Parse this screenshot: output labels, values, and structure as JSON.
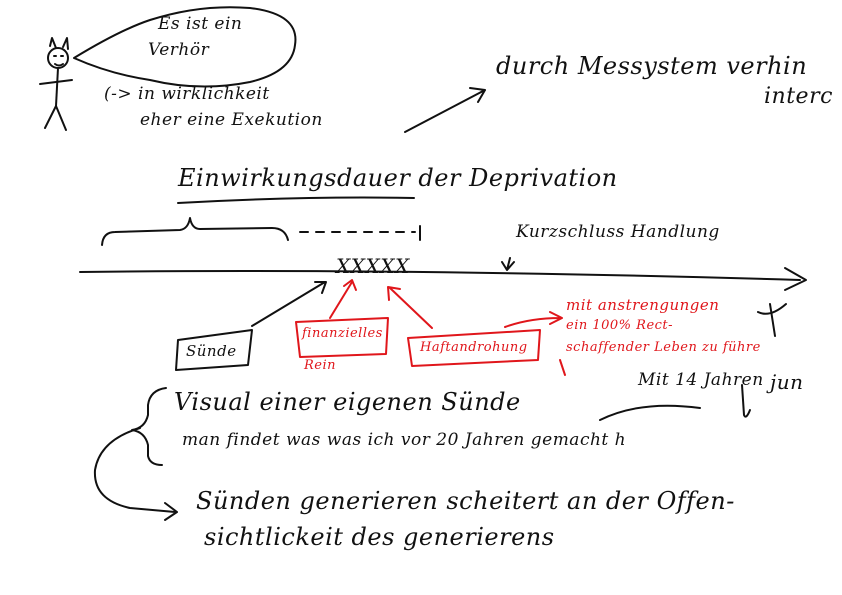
{
  "bubble": {
    "line1": "Es ist ein",
    "line2": "Verhör"
  },
  "bubble_note": {
    "line1": "(-> in wirklichkeit",
    "line2": "eher eine Exekution"
  },
  "top_right": {
    "line1": "durch Messystem verhin",
    "line2": "interc"
  },
  "title": "Einwirkungsdauer der Deprivation",
  "timeline": {
    "marks": "XXXXX",
    "label": "Kurzschluss Handlung"
  },
  "boxes": {
    "suende": "Sünde",
    "finanziell_1": "finanzielles",
    "finanziell_2": "Rein",
    "haft": "Haftandrohung"
  },
  "red_note": {
    "line1": "mit anstrengungen",
    "line2": "ein 100% Rect-",
    "line3": "schaffender Leben zu führe"
  },
  "age_note": {
    "line1": "Mit 14 Jahren",
    "suffix": "jun"
  },
  "visual": {
    "line1": "Visual einer eigenen Sünde",
    "line2": "man findet was was ich vor 20 Jahren gemacht h"
  },
  "conclusion": {
    "line1": "Sünden generieren scheitert an der Offen-",
    "line2": "sichtlickeit des generierens"
  },
  "colors": {
    "ink": "#111111",
    "red": "#e0161b"
  }
}
